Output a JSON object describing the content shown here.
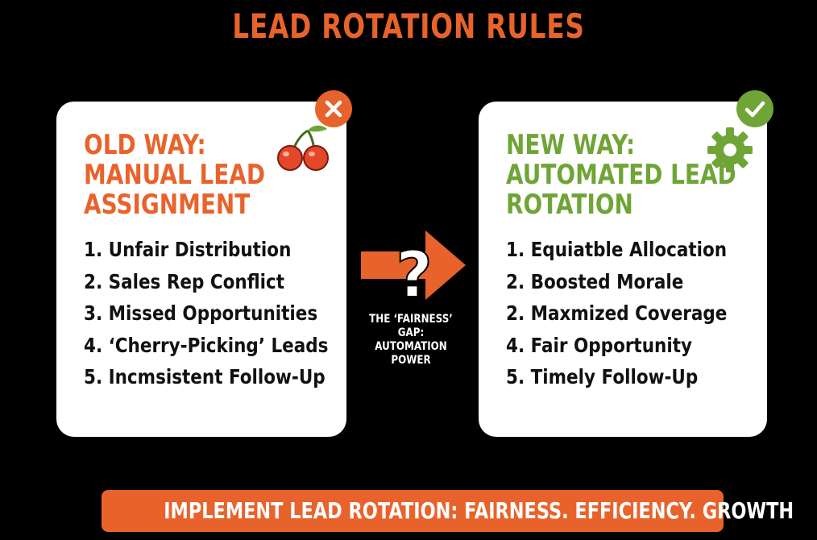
{
  "colors": {
    "accent_orange": "#e8632b",
    "accent_green": "#6fa536",
    "background": "#000000",
    "card": "#ffffff",
    "text_dark": "#111111"
  },
  "title": "LEAD ROTATION RULES",
  "old_way": {
    "heading_lines": [
      "OLD WAY:",
      "MANUAL LEAD",
      "ASSIGNMENT"
    ],
    "badge_icon": "x-icon",
    "illustration_icon": "cherry-icon",
    "items": [
      "1. Unfair Distribution",
      "2. Sales Rep Conflict",
      "3. Missed Opportunities",
      "4. ‘Cherry-Picking’ Leads",
      "5. Incmsistent Follow-Up"
    ]
  },
  "new_way": {
    "heading_lines": [
      "NEW WAY:",
      "AUTOMATED LEAD",
      "ROTATION"
    ],
    "badge_icon": "check-icon",
    "illustration_icon": "gear-icon",
    "items": [
      "1. Equiatble Allocation",
      "2. Boosted Morale",
      "2. Maxmized Coverage",
      "4. Fair Opportunity",
      "5. Timely Follow-Up"
    ]
  },
  "gap": {
    "symbol": "?",
    "label_lines": [
      "THE ‘FAIRNESS’ GAP:",
      "AUTOMATION",
      "POWER"
    ]
  },
  "banner": {
    "text": "IMPLEMENT LEAD ROTATION: FAIRNESS. EFFICIENCY. GROWTH"
  }
}
